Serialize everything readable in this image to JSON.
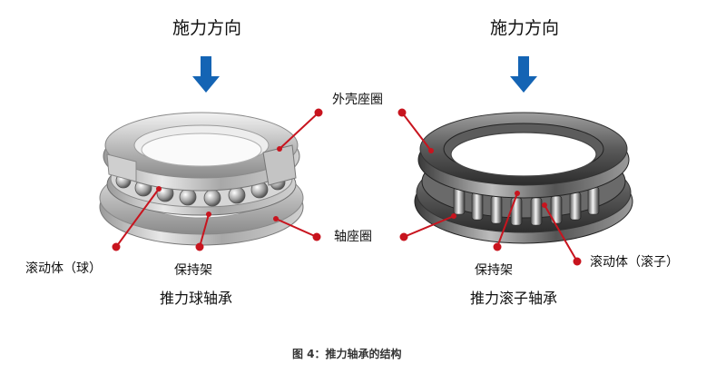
{
  "labels": {
    "force_direction_left": "施力方向",
    "force_direction_right": "施力方向",
    "outer_housing_ring": "外壳座圈",
    "shaft_ring": "轴座圈",
    "rolling_element_ball": "滚动体（球）",
    "cage_left": "保持架",
    "cage_right": "保持架",
    "rolling_element_roller": "滚动体（滚子）",
    "thrust_ball_bearing": "推力球轴承",
    "thrust_roller_bearing": "推力滚子轴承"
  },
  "caption": "图 4：推力轴承的结构",
  "colors": {
    "arrow": "#1464b4",
    "leader": "#c8141e",
    "steel_light": "#d9d9d9",
    "steel_dark": "#3a3a3a"
  }
}
